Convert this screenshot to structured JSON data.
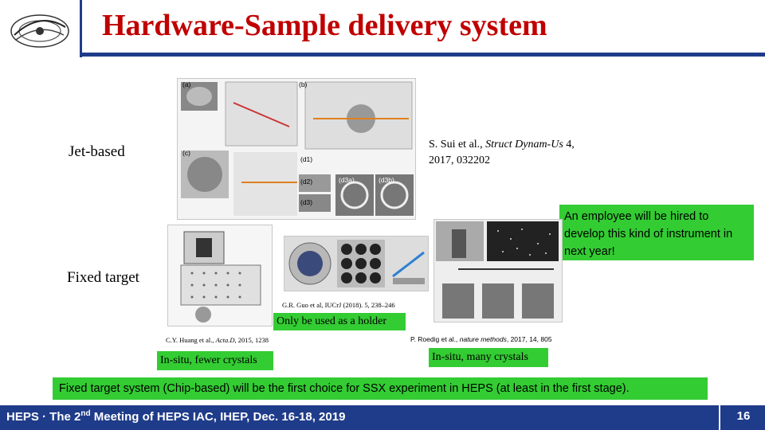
{
  "title": "Hardware-Sample delivery system",
  "labels": {
    "jet_based": "Jet-based",
    "fixed_target": "Fixed target"
  },
  "citations": {
    "sui_prefix": "S. Sui et al.,",
    "sui_journal": "Struct Dynam-Us",
    "sui_rest": "4, 2017, 032202",
    "guo": "G.R. Guo et al, IUCrJ (2018). 5, 238–246",
    "huang_prefix": "C.Y. Huang et al.,",
    "huang_journal": "Acta.D",
    "huang_rest": ", 2015, 1238",
    "roedig_prefix": "P. Roedig et al.,",
    "roedig_journal": "nature methods",
    "roedig_rest": ", 2017, 14, 805"
  },
  "boxes": {
    "employee": "An employee will be hired to develop this kind of instrument in next year!",
    "holder": "Only be used as a holder",
    "fewer": "In-situ, fewer crystals",
    "many": "In-situ, many crystals",
    "conclusion": "Fixed target system (Chip-based) will be the first choice for SSX experiment in HEPS (at least in the first stage)."
  },
  "figure_labels": {
    "a": "(a)",
    "b": "(b)",
    "c": "(c)",
    "d1": "(d1)",
    "d2": "(d2)",
    "d3": "(d3)",
    "d3a": "(d3a)",
    "d3b": "(d3b)"
  },
  "footer": {
    "pre": "HEPS · The 2",
    "sup": "nd",
    "post": " Meeting of HEPS IAC, IHEP, Dec. 16-18, 2019",
    "page": "16"
  },
  "colors": {
    "title": "#c00000",
    "accent": "#1f3c8a",
    "highlight": "#33cc33"
  }
}
